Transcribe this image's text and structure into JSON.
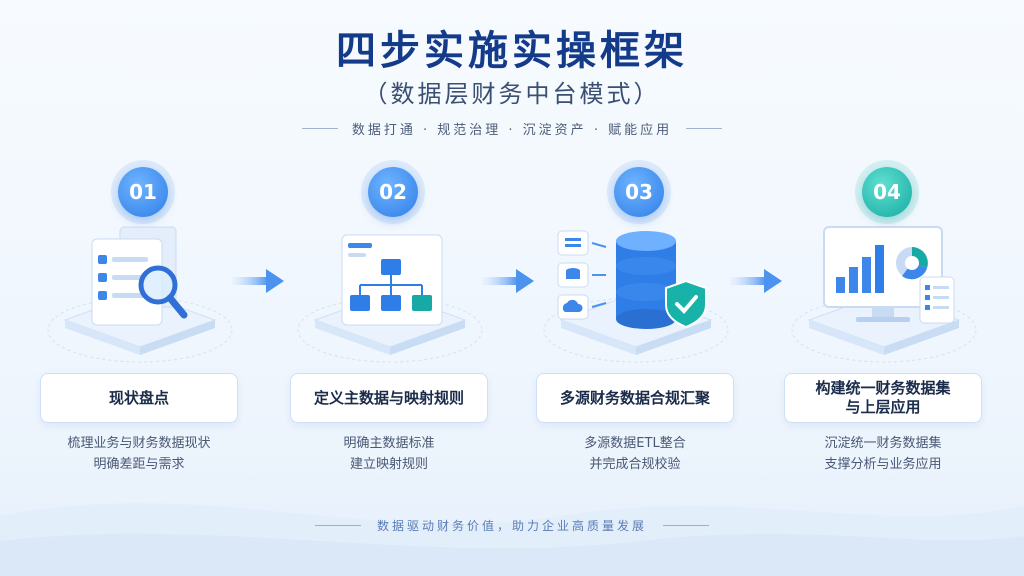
{
  "header": {
    "title": "四步实施实操框架",
    "subtitle": "（数据层财务中台模式）",
    "tagline": "数据打通 · 规范治理 · 沉淀资产 · 赋能应用"
  },
  "steps": [
    {
      "number": "01",
      "title": "现状盘点",
      "desc": "梳理业务与财务数据现状\n明确差距与需求"
    },
    {
      "number": "02",
      "title": "定义主数据与映射规则",
      "desc": "明确主数据标准\n建立映射规则"
    },
    {
      "number": "03",
      "title": "多源财务数据合规汇聚",
      "desc": "多源数据ETL整合\n并完成合规校验"
    },
    {
      "number": "04",
      "title": "构建统一财务数据集\n与上层应用",
      "desc": "沉淀统一财务数据集\n支撑分析与业务应用"
    }
  ],
  "footer": {
    "text": "数据驱动财务价值，助力企业高质量发展"
  },
  "colors": {
    "title": "#143a8a",
    "accent": "#2f7ee8",
    "teal": "#17a9a3"
  }
}
